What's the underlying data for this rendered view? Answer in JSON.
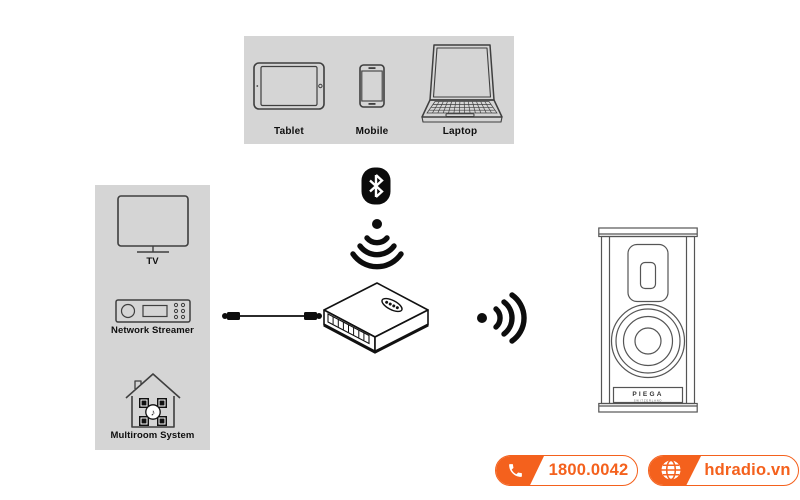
{
  "colors": {
    "accent_orange": "#f4611d",
    "panel_gray": "#d5d5d5",
    "icon_line": "#3f3f3f",
    "center_ink": "#0d0d0d"
  },
  "top_panel": {
    "items": [
      {
        "label": "Tablet",
        "icon": "tablet-icon"
      },
      {
        "label": "Mobile",
        "icon": "mobile-icon"
      },
      {
        "label": "Laptop",
        "icon": "laptop-icon"
      }
    ]
  },
  "left_panel": {
    "items": [
      {
        "label": "TV",
        "icon": "tv-icon"
      },
      {
        "label": "Network Streamer",
        "icon": "network-streamer-icon"
      },
      {
        "label": "Multiroom System",
        "icon": "multiroom-house-icon"
      }
    ]
  },
  "icons": {
    "bluetooth": "bluetooth-icon",
    "wireless_down": "wifi-signal-down-icon",
    "wireless_right": "wifi-signal-right-icon",
    "cable": "audio-cable-icon",
    "hub": "connect-hub-icon",
    "phone": "phone-icon",
    "globe": "globe-icon",
    "music_note": "♪"
  },
  "speaker": {
    "brand": "PIEGA",
    "origin": "SWITZERLAND"
  },
  "footer": {
    "phone": "1800.0042",
    "website": "hdradio.vn"
  }
}
